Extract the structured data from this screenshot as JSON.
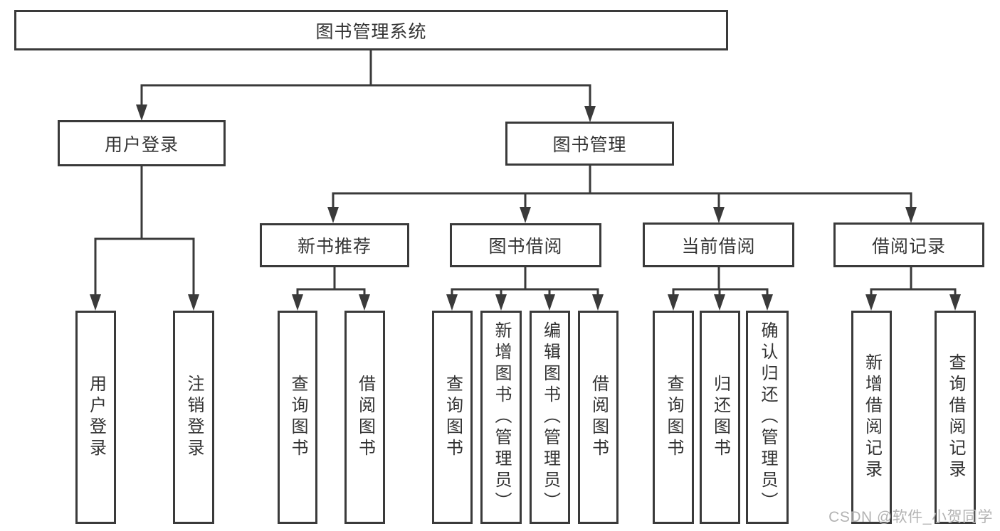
{
  "diagram": {
    "type": "hierarchy-tree",
    "root": {
      "label": "图书管理系统"
    },
    "branches": [
      {
        "label": "用户登录",
        "children": [
          {
            "label": "用户登录"
          },
          {
            "label": "注销登录"
          }
        ]
      },
      {
        "label": "图书管理",
        "children": [
          {
            "label": "新书推荐",
            "children": [
              {
                "label": "查询图书"
              },
              {
                "label": "借阅图书"
              }
            ]
          },
          {
            "label": "图书借阅",
            "children": [
              {
                "label": "查询图书"
              },
              {
                "label": "新增图书（管理员）"
              },
              {
                "label": "编辑图书（管理员）"
              },
              {
                "label": "借阅图书"
              }
            ]
          },
          {
            "label": "当前借阅",
            "children": [
              {
                "label": "查询图书"
              },
              {
                "label": "归还图书"
              },
              {
                "label": "确认归还（管理员）"
              }
            ]
          },
          {
            "label": "借阅记录",
            "children": [
              {
                "label": "新增借阅记录"
              },
              {
                "label": "查询借阅记录"
              }
            ]
          }
        ]
      }
    ],
    "watermark": {
      "text": "CSDN @软件_小贺同学",
      "color": "#b3b3b3"
    },
    "colors": {
      "line": "#3a3a3a",
      "border": "#3a3a3a",
      "text": "#333333",
      "background": "#ffffff"
    }
  }
}
